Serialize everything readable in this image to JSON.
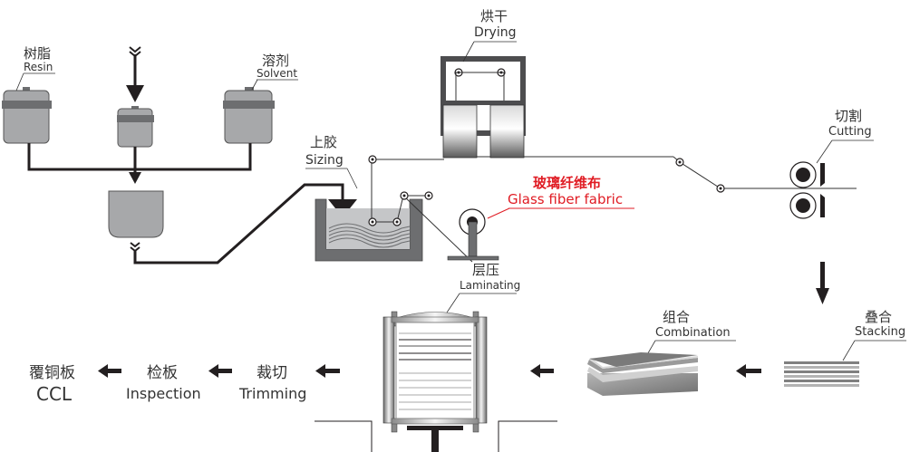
{
  "title": "CCL manufacturing process",
  "colors": {
    "accent_red": "#e01c24",
    "tank_gray": "#a7a8aa",
    "band_gray": "#6d6e70",
    "line_dark": "#231f20"
  },
  "stages": {
    "resin": {
      "zh": "树脂",
      "en": "Resin"
    },
    "solvent": {
      "zh": "溶剂",
      "en": "Solvent"
    },
    "sizing": {
      "zh": "上胶",
      "en": "Sizing"
    },
    "drying": {
      "zh": "烘干",
      "en": "Drying"
    },
    "glass_fiber": {
      "zh": "玻璃纤维布",
      "en": "Glass fiber fabric"
    },
    "cutting": {
      "zh": "切割",
      "en": "Cutting"
    },
    "laminating": {
      "zh": "层压",
      "en": "Laminating"
    },
    "combination": {
      "zh": "组合",
      "en": "Combination"
    },
    "stacking": {
      "zh": "叠合",
      "en": "Stacking"
    },
    "trimming": {
      "zh": "裁切",
      "en": "Trimming"
    },
    "inspection": {
      "zh": "检板",
      "en": "Inspection"
    },
    "ccl": {
      "zh": "覆铜板",
      "en": "CCL"
    }
  }
}
